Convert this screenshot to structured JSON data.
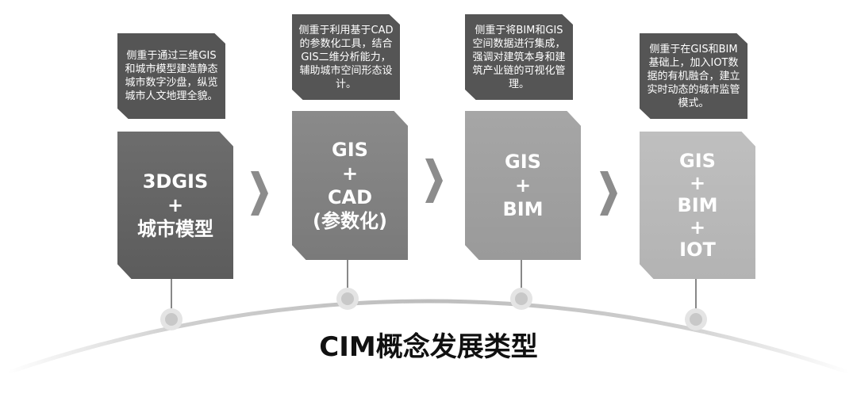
{
  "title": "CIM概念发展类型",
  "stages": [
    {
      "description": "侧重于通过三维GIS和城市模型建造静态城市数字沙盘，纵览城市人文地理全貌。",
      "lines": [
        "3DGIS",
        "+",
        "城市模型"
      ]
    },
    {
      "description": "侧重于利用基于CAD的参数化工具，结合GIS二维分析能力，辅助城市空间形态设计。",
      "lines": [
        "GIS",
        "+",
        "CAD",
        "(参数化)"
      ]
    },
    {
      "description": "侧重于将BIM和GIS空间数据进行集成，强调对建筑本身和建筑产业链的可视化管理。",
      "lines": [
        "GIS",
        "+",
        "BIM"
      ]
    },
    {
      "description": "侧重于在GIS和BIM基础上，加入IOT数据的有机融合，建立实时动态的城市监管模式。",
      "lines": [
        "GIS",
        "+",
        "BIM",
        "+",
        "IOT"
      ]
    }
  ]
}
